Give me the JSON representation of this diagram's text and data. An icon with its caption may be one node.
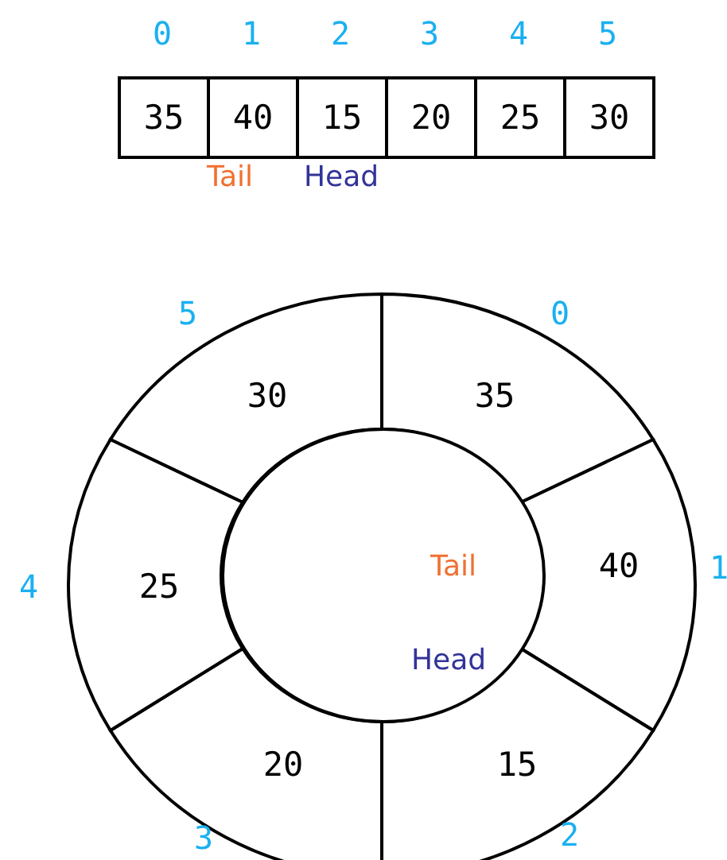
{
  "diagram": {
    "nodes": [
      {
        "text": [
          "35"
        ],
        "beside": [
          "0"
        ]
      },
      {
        "text": [
          "40"
        ],
        "beside": [
          "1"
        ]
      },
      {
        "text": [
          "15"
        ],
        "beside": [
          "2"
        ]
      },
      {
        "text": [
          "20"
        ],
        "beside": [
          "3"
        ]
      },
      {
        "text": [
          "25"
        ],
        "beside": [
          "4"
        ]
      },
      {
        "text": [
          "30"
        ],
        "beside": [
          "5"
        ]
      },
      {
        "text": [
          "30"
        ],
        "beside": [
          "5"
        ]
      },
      {
        "text": [
          "35"
        ],
        "beside": [
          "0"
        ]
      },
      {
        "text": [
          "40"
        ],
        "beside": [
          "1"
        ]
      },
      {
        "text": [
          "15"
        ],
        "beside": [
          "2"
        ]
      },
      {
        "text": [
          "20"
        ],
        "beside": [
          "3"
        ]
      },
      {
        "text": [
          "25"
        ],
        "beside": [
          "4"
        ]
      },
      {
        "text": [
          "Tail",
          "Head"
        ]
      }
    ],
    "labels": [
      "Tail",
      "Head"
    ]
  }
}
